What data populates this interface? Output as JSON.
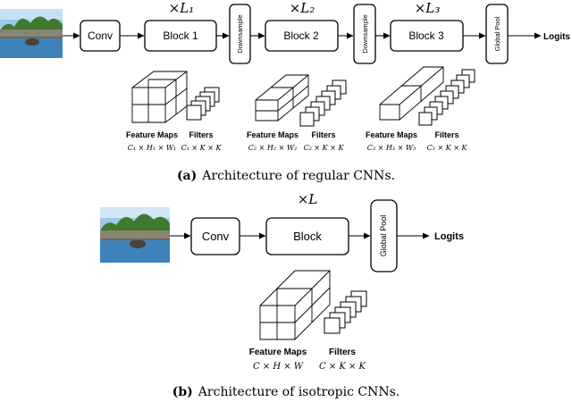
{
  "panel_a": {
    "blocks": {
      "conv": "Conv",
      "block1": "Block 1",
      "downsample1": "Downsample",
      "block2": "Block 2",
      "downsample2": "Downsample",
      "block3": "Block 3",
      "global_pool": "Global Pool",
      "output": "Logits"
    },
    "repeats": [
      "×L₁",
      "×L₂",
      "×L₃"
    ],
    "stages": [
      {
        "feature_label": "Feature Maps",
        "feature_dims": "C₁ × H₁ × W₁",
        "filter_label": "Filters",
        "filter_dims": "C₁ × K × K"
      },
      {
        "feature_label": "Feature Maps",
        "feature_dims": "C₂ × H₂ × W₂",
        "filter_label": "Filters",
        "filter_dims": "C₂ × K × K"
      },
      {
        "feature_label": "Feature Maps",
        "feature_dims": "C₃ × H₃ × W₃",
        "filter_label": "Filters",
        "filter_dims": "C₃ × K × K"
      }
    ],
    "caption_tag": "(a)",
    "caption_text": "Architecture of regular CNNs."
  },
  "panel_b": {
    "blocks": {
      "conv": "Conv",
      "block": "Block",
      "global_pool": "Global Pool",
      "output": "Logits"
    },
    "repeat": "×L",
    "feature_label": "Feature Maps",
    "feature_dims": "C × H × W",
    "filter_label": "Filters",
    "filter_dims": "C × K × K",
    "caption_tag": "(b)",
    "caption_text": "Architecture of isotropic CNNs."
  },
  "colors": {
    "sky": "#9fc8ea",
    "trees": "#3f7a2e",
    "water": "#3d83ba",
    "rocks": "#6e6558"
  }
}
